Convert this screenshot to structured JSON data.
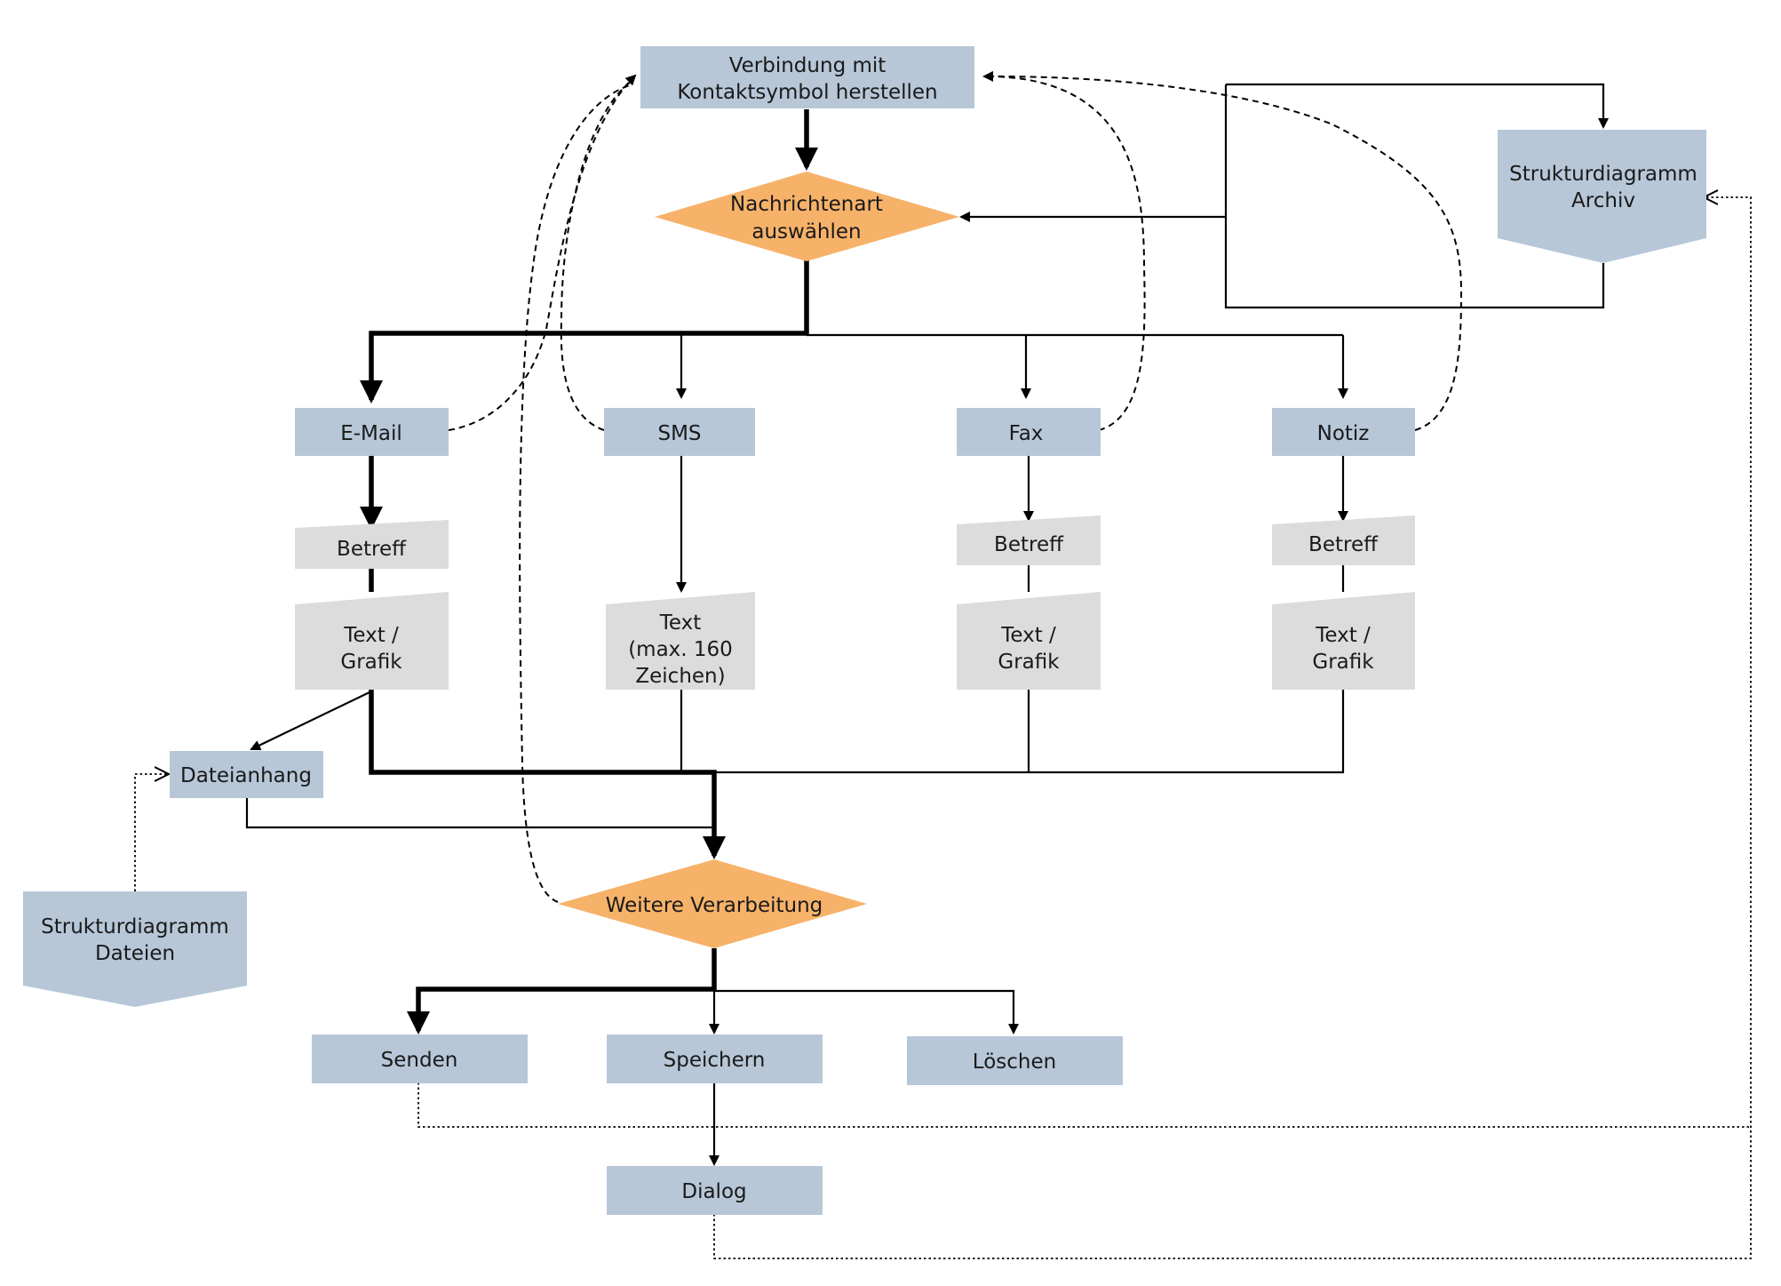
{
  "nodes": {
    "verbindung": [
      "Verbindung mit",
      "Kontaktsymbol herstellen"
    ],
    "nachrichtenart": [
      "Nachrichtenart",
      "auswählen"
    ],
    "archiv": [
      "Strukturdiagramm",
      "Archiv"
    ],
    "email": "E-Mail",
    "sms": "SMS",
    "fax": "Fax",
    "notiz": "Notiz",
    "betreff": "Betreff",
    "text_grafik": [
      "Text /",
      "Grafik"
    ],
    "sms_text": [
      "Text",
      "(max. 160",
      "Zeichen)"
    ],
    "dateianhang": "Dateianhang",
    "dateien": [
      "Strukturdiagramm",
      "Dateien"
    ],
    "weitere": "Weitere Verarbeitung",
    "senden": "Senden",
    "speichern": "Speichern",
    "loeschen": "Löschen",
    "dialog": "Dialog"
  }
}
